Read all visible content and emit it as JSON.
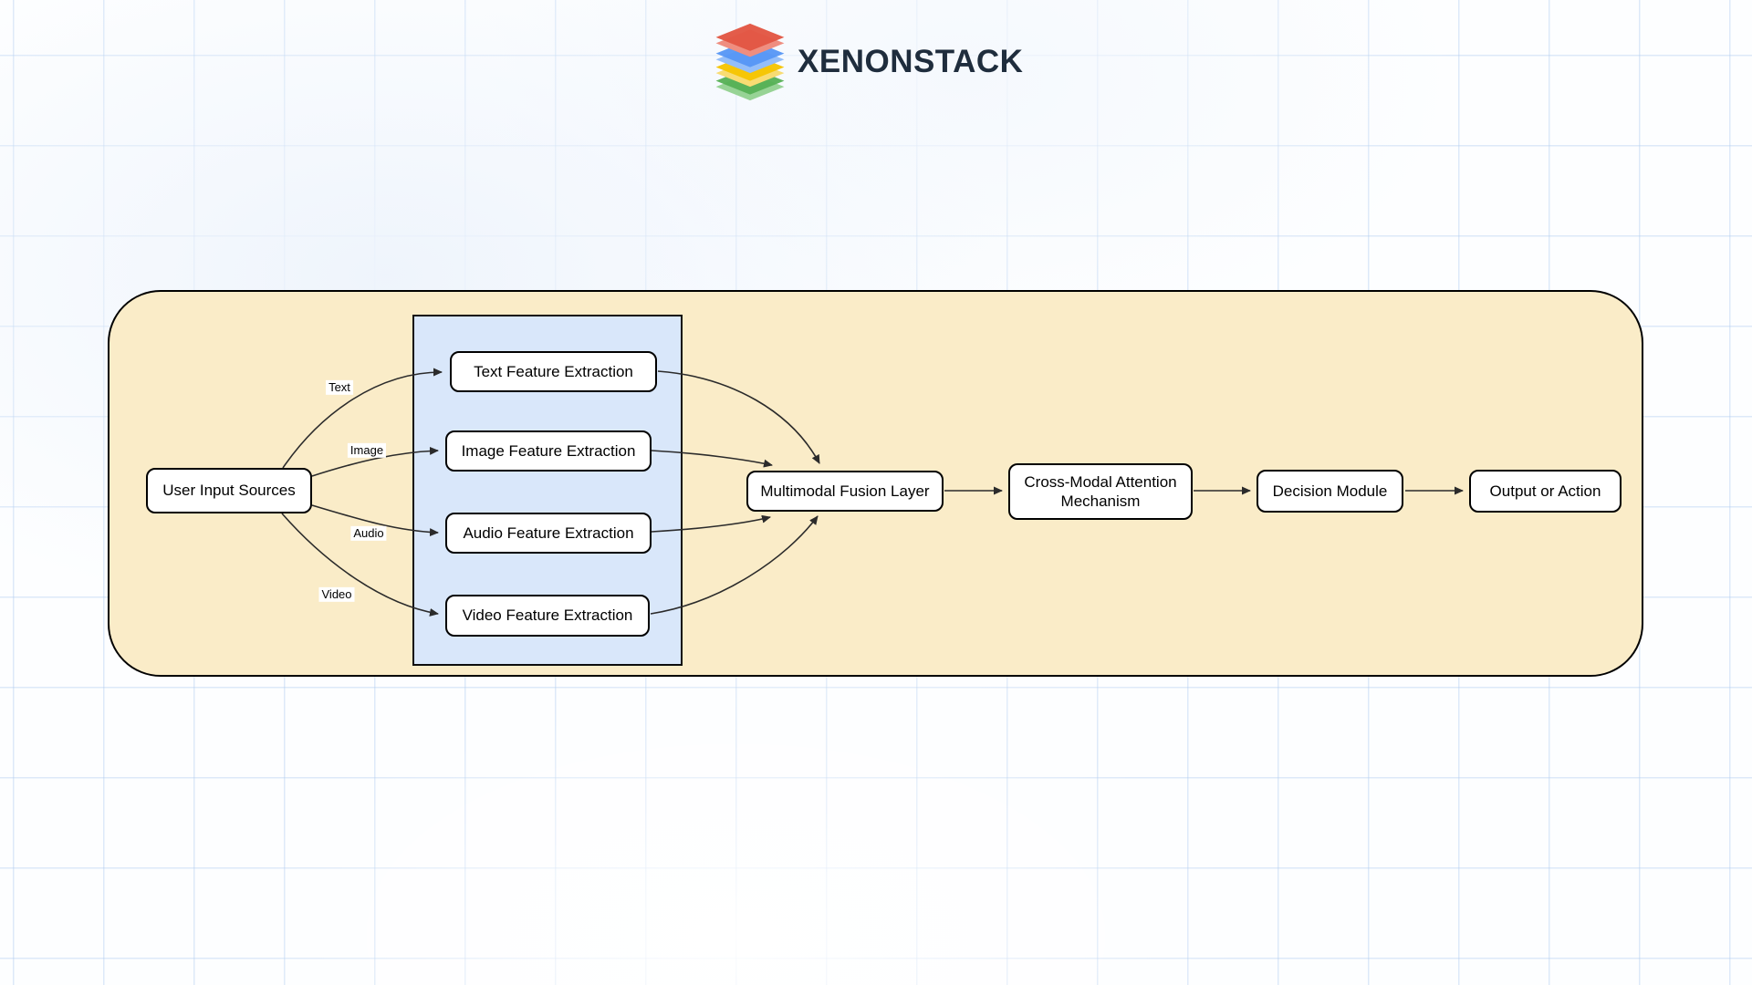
{
  "brand": {
    "name": "XENONSTACK",
    "logo_icon": "layered-stack-logo"
  },
  "diagram": {
    "nodes": {
      "user_input": {
        "label": "User Input Sources"
      },
      "text_feature": {
        "label": "Text Feature Extraction"
      },
      "image_feature": {
        "label": "Image Feature Extraction"
      },
      "audio_feature": {
        "label": "Audio Feature Extraction"
      },
      "video_feature": {
        "label": "Video Feature Extraction"
      },
      "fusion": {
        "label": "Multimodal Fusion Layer"
      },
      "cross_modal": {
        "label": "Cross-Modal Attention Mechanism"
      },
      "decision": {
        "label": "Decision Module"
      },
      "output": {
        "label": "Output or Action"
      }
    },
    "edge_labels": {
      "text": "Text",
      "image": "Image",
      "audio": "Audio",
      "video": "Video"
    },
    "colors": {
      "container_fill": "#FAECC8",
      "container_stroke": "#000000",
      "group_fill": "#D9E7FA",
      "group_stroke": "#0D0D0D",
      "node_fill": "#FFFFFF",
      "node_stroke": "#000000",
      "edge_stroke": "#2B2B2B",
      "grid_line": "#ADCBF0",
      "brand_text": "#1F2D3D",
      "logo_red": "#E25744",
      "logo_red_light": "#EF8E80",
      "logo_blue": "#5596F6",
      "logo_blue_light": "#94BEF9",
      "logo_yellow": "#F5C400",
      "logo_yellow_light": "#F8DC73",
      "logo_green": "#55B054",
      "logo_green_light": "#97D395"
    }
  }
}
